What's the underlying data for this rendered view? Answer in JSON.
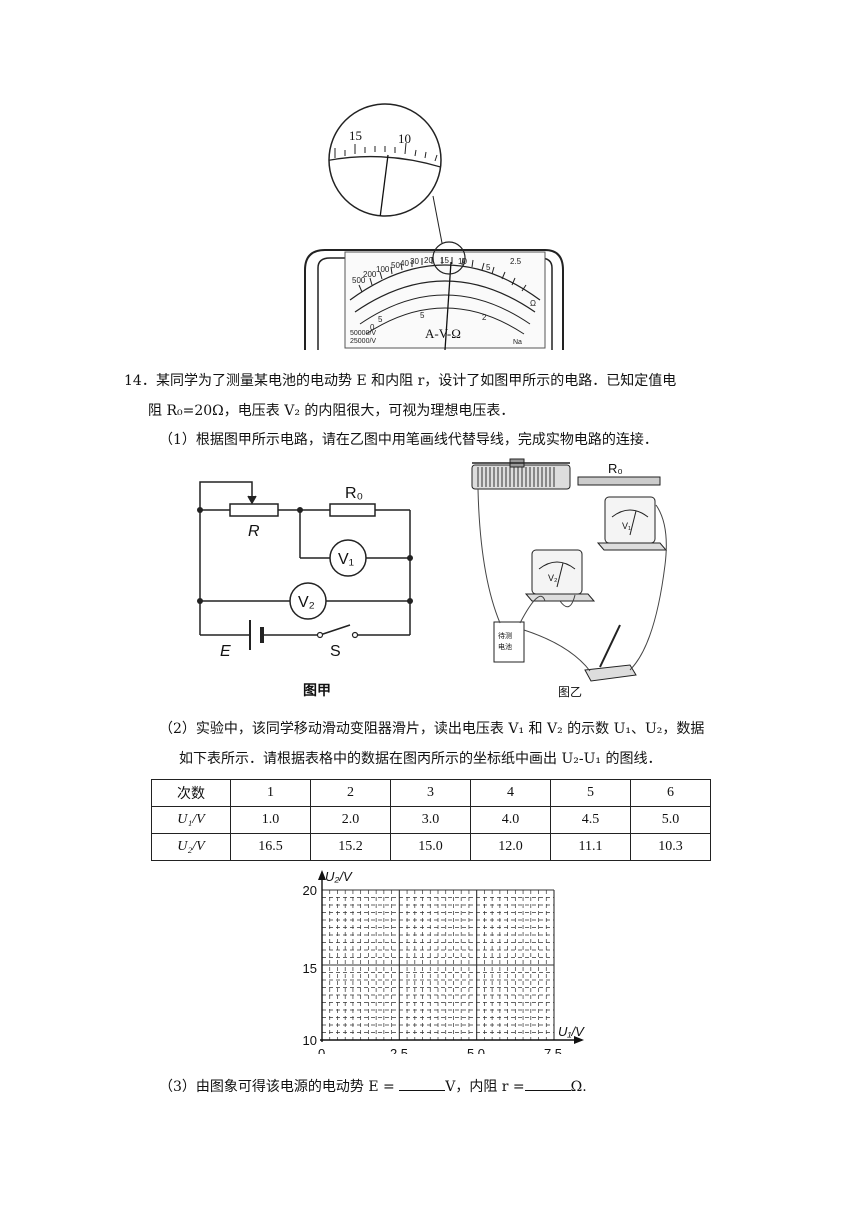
{
  "meter_image": {
    "zoom_labels": [
      "15",
      "10"
    ],
    "scale_numbers": [
      "500",
      "200",
      "100",
      "50",
      "40",
      "30",
      "20",
      "15",
      "10",
      "5",
      "2.5",
      "5",
      "2",
      "5",
      "0"
    ],
    "ohm_symbol": "Ω",
    "center_label": "A-V-Ω",
    "spec_line1": "50000/V",
    "spec_line2": "25000/V",
    "brand": "Na"
  },
  "question": {
    "number": "14．",
    "line1": "某同学为了测量某电池的电动势  E 和内阻  r，设计了如图甲所示的电路．已知定值电",
    "line2": "阻 R₀=20Ω，电压表 V₂ 的内阻很大，可视为理想电压表．",
    "part1": "（1）根据图甲所示电路，请在乙图中用笔画线代替导线，完成实物电路的连接．",
    "part2_line1": "（2）实验中，该同学移动滑动变阻器滑片，读出电压表 V₁ 和 V₂ 的示数 U₁、U₂，数据",
    "part2_line2": "如下表所示．请根据表格中的数据在图丙所示的坐标纸中画出 U₂-U₁ 的图线．",
    "part3_prefix": "（3）由图象可得该电源的电动势 E =",
    "part3_mid": "V，内阻 r =",
    "part3_suffix": "Ω."
  },
  "circuit_jia": {
    "label_R": "R",
    "label_R0": "R₀",
    "label_V1": "V₁",
    "label_V2": "V₂",
    "label_E": "E",
    "label_S": "S",
    "caption": "图甲"
  },
  "circuit_yi": {
    "label_R0": "R₀",
    "label_V1": "V₁",
    "label_V2": "V₂",
    "battery_line1": "待测",
    "battery_line2": "电池",
    "caption": "图乙"
  },
  "table": {
    "header_label": "次数",
    "columns": [
      "1",
      "2",
      "3",
      "4",
      "5",
      "6"
    ],
    "row1_label": "U₁/V",
    "row1": [
      "1.0",
      "2.0",
      "3.0",
      "4.0",
      "4.5",
      "5.0"
    ],
    "row2_label": "U₂/V",
    "row2": [
      "16.5",
      "15.2",
      "15.0",
      "12.0",
      "11.1",
      "10.3"
    ]
  },
  "chart_data": {
    "type": "scatter",
    "xlabel": "U₁/V",
    "ylabel": "U₂/V",
    "xlim": [
      0,
      7.5
    ],
    "ylim": [
      10,
      20
    ],
    "x_ticks": [
      "0",
      "2.5",
      "5.0",
      "7.5"
    ],
    "y_ticks": [
      "10",
      "15",
      "20"
    ],
    "grid": true,
    "series": []
  }
}
